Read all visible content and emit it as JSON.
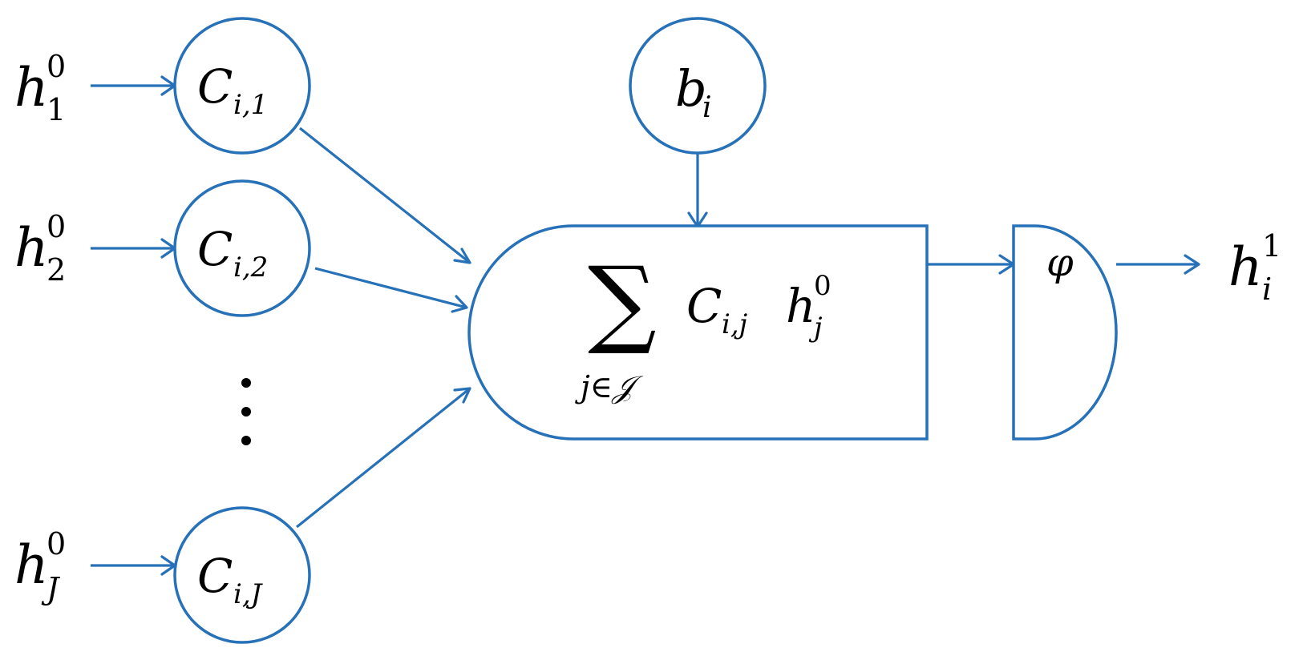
{
  "diagram": {
    "stroke_color": "#2671b7",
    "text_color": "#000000",
    "inputs": [
      {
        "base": "h",
        "sub": "1",
        "sup": "0"
      },
      {
        "base": "h",
        "sub": "2",
        "sup": "0"
      },
      {
        "base": "h",
        "sub": "J",
        "sup": "0"
      }
    ],
    "weights": [
      {
        "base": "C",
        "sub": "i,1"
      },
      {
        "base": "C",
        "sub": "i,2"
      },
      {
        "base": "C",
        "sub": "i,J"
      }
    ],
    "ellipsis": "⋮",
    "bias": {
      "base": "b",
      "sub": "i"
    },
    "sum": {
      "symbol": "∑",
      "index": "j∈𝒥",
      "term_base": "C",
      "term_sub": "i,j",
      "term2_base": "h",
      "term2_sub": "j",
      "term2_sup": "0"
    },
    "activation": "φ",
    "output": {
      "base": "h",
      "sub": "i",
      "sup": "1"
    }
  }
}
